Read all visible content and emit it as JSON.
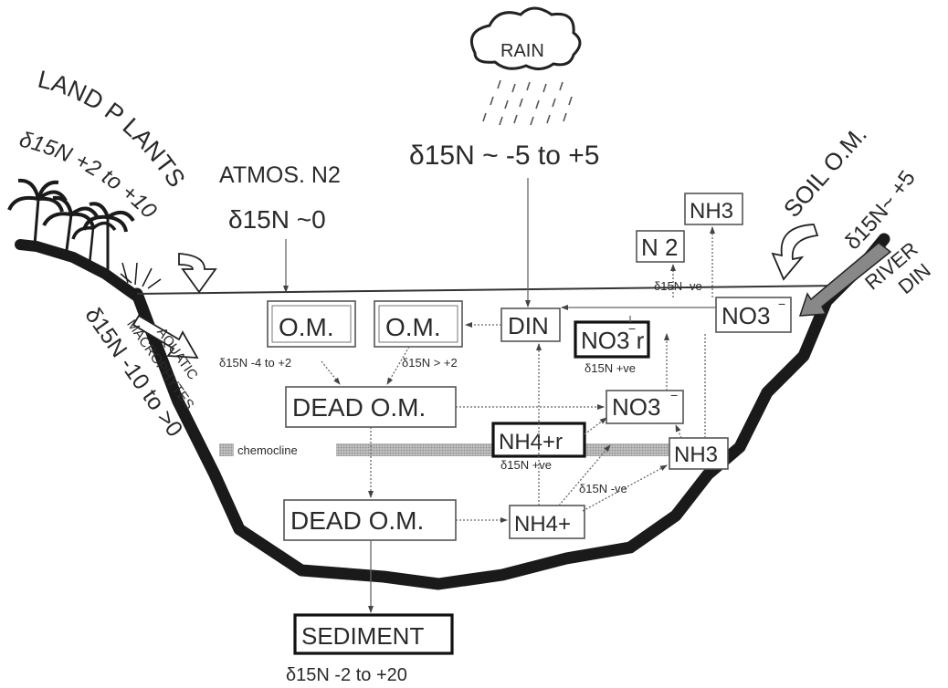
{
  "land_plants": {
    "title": "LAND P LANTS",
    "isotope": "δ15N +2 to +10"
  },
  "aquatic_macrophytes": {
    "line1": "AQUATIC",
    "line2": "MACROPHYTES",
    "isotope": "δ15N -10 to >0"
  },
  "atmos": {
    "title": "ATMOS. N2",
    "isotope": "δ15N ~0"
  },
  "rain": {
    "label": "RAIN",
    "isotope": "δ15N ~ -5 to +5"
  },
  "soil_om": {
    "title": "SOIL O.M.",
    "isotope": "δ15N~ +5"
  },
  "river_din": {
    "line1": "RIVER",
    "line2": "DIN"
  },
  "boxes": {
    "om_left": "O.M.",
    "om_right": "O.M.",
    "din": "DIN",
    "n2": "N 2",
    "nh3_top": "NH3",
    "no3_river": "NO3",
    "no3_r": "NO3 r",
    "dead_om_upper": "DEAD O.M.",
    "no3_mid": "NO3",
    "nh4_r": "NH4+r",
    "nh3_mid": "NH3",
    "dead_om_lower": "DEAD O.M.",
    "nh4": "NH4+",
    "sediment": "SEDIMENT"
  },
  "annotations": {
    "om_left_iso": "δ15N -4 to +2",
    "om_right_iso": "δ15N > +2",
    "surface_iso": "δ15N -ve",
    "no3_r_iso": "δ15N +ve",
    "nh4_r_iso": "δ15N +ve",
    "nh4_to_nh3_iso": "δ15N -ve",
    "sediment_iso": "δ15N -2 to +20"
  },
  "chemocline": "chemocline"
}
